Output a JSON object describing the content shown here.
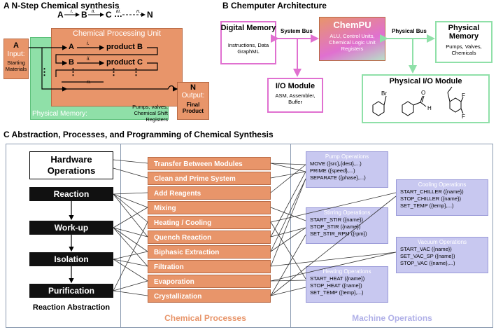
{
  "panel_a": {
    "header": "A  N-Step Chemical synthesis",
    "scheme_A": "A",
    "scheme_B": "B",
    "scheme_C": "C",
    "scheme_dots": "…",
    "scheme_N": "N",
    "step_i": "i.",
    "step_ii": "ii.",
    "step_iii": "iii.",
    "step_n": "n.",
    "cpu_title": "Chemical Processing Unit",
    "input_letter": "A",
    "input_label": "Input:",
    "input_sub": "Starting Materials",
    "row1_start": "A",
    "row1_step": "i.",
    "row1_prod": "product B",
    "row2_start": "B",
    "row2_step": "ii.",
    "row2_prod": "product C",
    "row3_step": "n.",
    "vdots": "⋮",
    "physmem_label": "Physical Memory:",
    "physmem_items": "Pumps, valves, Chemical Shift Registers",
    "output_letter": "N",
    "output_label": "Output:",
    "output_sub": "Final Product"
  },
  "panel_b": {
    "header": "B  Chemputer Architecture",
    "digital_title": "Digital Memory",
    "digital_items": "Instructions, Data GraphML",
    "system_bus": "System Bus",
    "chempu_title": "ChemPU",
    "chempu_items": "ALU, Control Units, Chemical Logic Unit Registers",
    "physical_bus": "Physical Bus",
    "physmem_title": "Physical Memory",
    "physmem_items": "Pumps, Valves, Chemicals",
    "io_title": "I/O Module",
    "io_items": "ASM, Assembler, Buffer",
    "pio_title": "Physical I/O Module",
    "mol_br": "Br",
    "mol_o": "O",
    "mol_h": "H",
    "mol_f1": "F",
    "mol_f2": "F"
  },
  "panel_c": {
    "header": "C  Abstraction, Processes, and Programming of Chemical Synthesis",
    "hardware": "Hardware Operations",
    "reactions": [
      "Reaction",
      "Work-up",
      "Isolation",
      "Purification"
    ],
    "reaction_abstraction": "Reaction Abstraction",
    "processes": [
      "Transfer Between Modules",
      "Clean and Prime System",
      "Add Reagents",
      "Mixing",
      "Heating / Cooling",
      "Quench Reaction",
      "Biphasic Extraction",
      "Filtration",
      "Evaporation",
      "Crystallization"
    ],
    "chemical_processes": "Chemical Processes",
    "machine_operations": "Machine Operations",
    "pump": {
      "title": "Pump Operations",
      "lines": [
        "MOVE ({src},{dest},...)",
        "PRIME ({speed},...)",
        "SEPARATE ({phase},...)"
      ]
    },
    "stirring": {
      "title": "Stirring Operations",
      "lines": [
        "START_STIR ({name})",
        "STOP_STIR ({name})",
        "SET_STIR_RPM ({rpm})"
      ]
    },
    "heating": {
      "title": "Heating Operations",
      "lines": [
        "START_HEAT ({name})",
        "STOP_HEAT ({name})",
        "SET_TEMP ({temp},...)"
      ]
    },
    "cooling": {
      "title": "Cooling Operations",
      "lines": [
        "START_CHILLER ({name})",
        "STOP_CHILLER ({name})",
        "SET_TEMP ({temp},...)"
      ]
    },
    "vacuum": {
      "title": "Vacuum Operations",
      "lines": [
        "START_VAC ({name})",
        "SET_VAC_SP ({name})",
        "STOP_VAC ({name},...)"
      ]
    }
  },
  "colors": {
    "orange": "#e8956a",
    "green": "#8fe0a8",
    "pink": "#e070d0",
    "lavender": "#c8c8f0",
    "lavender_text": "#b0b0e8",
    "panel_c_orange_text": "#e8956a"
  }
}
